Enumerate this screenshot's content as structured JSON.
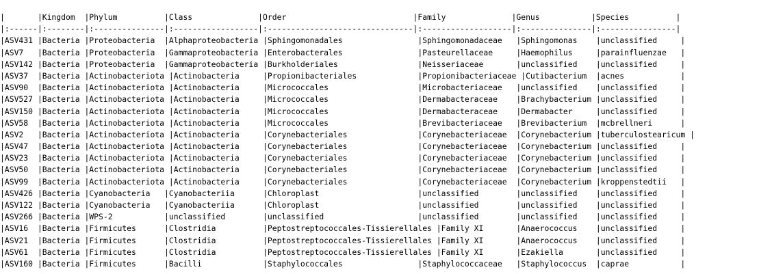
{
  "header_line": "|       |Kingdom  |Phylum          |Class              |Order                           |Family              |Genus           |Species          |",
  "separator_line": "|:------|:--------|:---------------|:------------------|:-------------------------------|:-------------------|:---------------|:----------------|",
  "rows": [
    "|ASV431 |Bacteria |Proteobacteria  |Alphaproteobacteria |Sphingomonadales                |Sphingomonadaceae   |Sphingomonas    |unclassified     |",
    "|ASV7   |Bacteria |Proteobacteria  |Gammaproteobacteria |Enterobacterales                |Pasteurellaceae     |Haemophilus     |parainfluenzae   |",
    "|ASV142 |Bacteria |Proteobacteria  |Gammaproteobacteria |Burkholderiales                 |Neisseriaceae       |unclassified    |unclassified     |",
    "|ASV37  |Bacteria |Actinobacteriota |Actinobacteria     |Propionibacteriales             |Propionibacteriaceae |Cutibacterium  |acnes            |",
    "|ASV90  |Bacteria |Actinobacteriota |Actinobacteria     |Micrococcales                   |Microbacteriaceae   |unclassified    |unclassified     |",
    "|ASV527 |Bacteria |Actinobacteriota |Actinobacteria     |Micrococcales                   |Dermabacteraceae    |Brachybacterium |unclassified     |",
    "|ASV150 |Bacteria |Actinobacteriota |Actinobacteria     |Micrococcales                   |Dermabacteraceae    |Dermabacter     |unclassified     |",
    "|ASV58  |Bacteria |Actinobacteriota |Actinobacteria     |Micrococcales                   |Brevibacteriaceae   |Brevibacterium  |mcbrellneri      |",
    "|ASV2   |Bacteria |Actinobacteriota |Actinobacteria     |Corynebacteriales               |Corynebacteriaceae  |Corynebacterium |tuberculostearicum |",
    "|ASV47  |Bacteria |Actinobacteriota |Actinobacteria     |Corynebacteriales               |Corynebacteriaceae  |Corynebacterium |unclassified     |",
    "|ASV23  |Bacteria |Actinobacteriota |Actinobacteria     |Corynebacteriales               |Corynebacteriaceae  |Corynebacterium |unclassified     |",
    "|ASV50  |Bacteria |Actinobacteriota |Actinobacteria     |Corynebacteriales               |Corynebacteriaceae  |Corynebacterium |unclassified     |",
    "|ASV99  |Bacteria |Actinobacteriota |Actinobacteria     |Corynebacteriales               |Corynebacteriaceae  |Corynebacterium |kroppenstedtii   |",
    "|ASV426 |Bacteria |Cyanobacteria   |Cyanobacteriia      |Chloroplast                     |unclassified        |unclassified    |unclassified     |",
    "|ASV122 |Bacteria |Cyanobacteria   |Cyanobacteriia      |Chloroplast                     |unclassified        |unclassified    |unclassified     |",
    "|ASV266 |Bacteria |WPS-2           |unclassified        |unclassified                    |unclassified        |unclassified    |unclassified     |",
    "|ASV16  |Bacteria |Firmicutes      |Clostridia          |Peptostreptococcales-Tissierellales |Family XI       |Anaerococcus    |unclassified     |",
    "|ASV21  |Bacteria |Firmicutes      |Clostridia          |Peptostreptococcales-Tissierellales |Family XI       |Anaerococcus    |unclassified     |",
    "|ASV61  |Bacteria |Firmicutes      |Clostridia          |Peptostreptococcales-Tissierellales |Family XI       |Ezakiella       |unclassified     |",
    "|ASV160 |Bacteria |Firmicutes      |Bacilli             |Staphylococcales                |Staphylococcaceae   |Staphylococcus  |caprae           |"
  ]
}
